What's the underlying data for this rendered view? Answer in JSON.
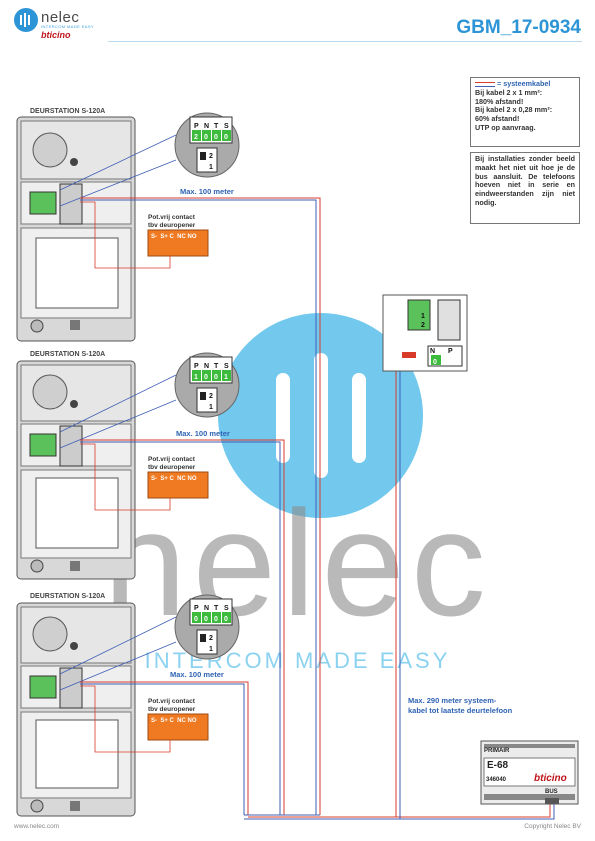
{
  "header": {
    "logo_name": "nelec",
    "logo_tagline": "INTERCOM MADE EASY",
    "logo_brand": "bticino",
    "doc_id": "GBM_17-0934"
  },
  "stations": [
    {
      "title": "DEURSTATION S-120A",
      "dip": {
        "labels": [
          "P",
          "N",
          "T",
          "S"
        ],
        "values": [
          "2",
          "0",
          "0",
          "0"
        ]
      },
      "switch": [
        "2",
        "1"
      ],
      "max_label": "Max. 100 meter",
      "contact_title": "Pot.vrij contact",
      "contact_sub": "tbv deuropener",
      "terminals": "S-  S+ C  NC NO"
    },
    {
      "title": "DEURSTATION S-120A",
      "dip": {
        "labels": [
          "P",
          "N",
          "T",
          "S"
        ],
        "values": [
          "1",
          "0",
          "0",
          "1"
        ]
      },
      "switch": [
        "2",
        "1"
      ],
      "max_label": "Max. 100 meter",
      "contact_title": "Pot.vrij contact",
      "contact_sub": "tbv deuropener",
      "terminals": "S-  S+ C  NC NO"
    },
    {
      "title": "DEURSTATION S-120A",
      "dip": {
        "labels": [
          "P",
          "N",
          "T",
          "S"
        ],
        "values": [
          "0",
          "0",
          "0",
          "0"
        ]
      },
      "switch": [
        "2",
        "1"
      ],
      "max_label": "Max. 100 meter",
      "contact_title": "Pot.vrij contact",
      "contact_sub": "tbv deuropener",
      "terminals": "S-  S+ C  NC NO"
    }
  ],
  "legend": {
    "title": "= systeemkabel",
    "lines": [
      "Bij kabel 2 x 1 mm²:",
      "180% afstand!",
      "Bij kabel 2 x 0,28 mm²:",
      "60% afstand!",
      "UTP op aanvraag."
    ]
  },
  "note": "Bij installaties zonder beeld maakt het niet uit hoe je de bus aansluit. De telefoons hoeven niet in serie en eindweerstanden zijn niet nodig.",
  "phone": {
    "dip_labels": [
      "N",
      "P"
    ],
    "dip_value": "0",
    "terms": [
      "1",
      "2"
    ]
  },
  "max_total": [
    "Max. 290 meter systeem-",
    "kabel tot laatste deurtelefoon"
  ],
  "supply": {
    "primair": "PRIMAIR",
    "model": "E-68",
    "code": "346040",
    "brand": "bticino",
    "bus": "BUS"
  },
  "watermark": {
    "name": "nelec",
    "tagline": "INTERCOM MADE EASY"
  },
  "footer": {
    "left": "www.nelec.com",
    "right": "Copyright Nelec BV"
  },
  "colors": {
    "accent": "#2d95d6",
    "cable_red": "#d93b2b",
    "cable_blue": "#3f5fb5",
    "contact_orange": "#ef7a22",
    "dip_green": "#3dbb3d"
  }
}
